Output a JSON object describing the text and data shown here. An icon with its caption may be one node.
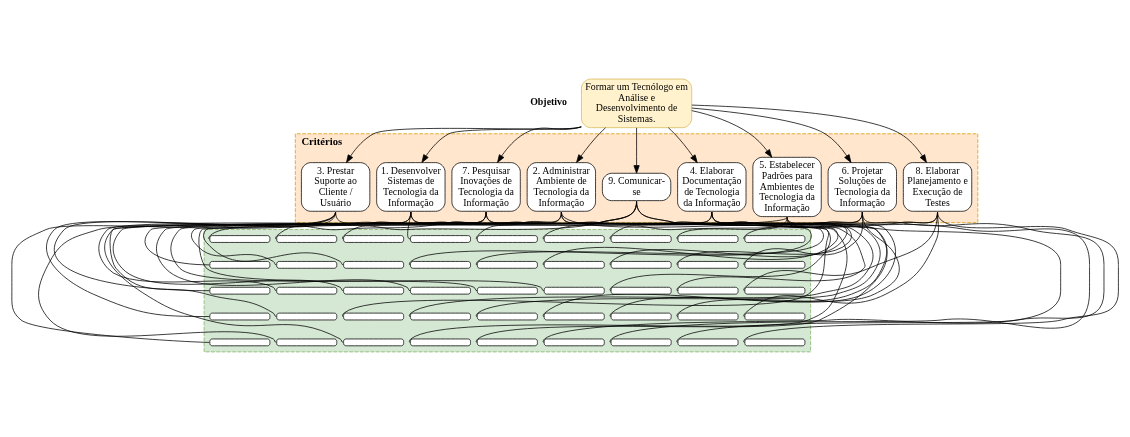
{
  "diagram": {
    "nodes": [
      {
        "text": [
          "Formar um Tecnólogo em Análise e Desenvolvimento de Sistemas."
        ],
        "beside": [
          "Objetivo"
        ]
      },
      {
        "text": [
          "Critérios"
        ]
      },
      {
        "text": [
          "1. Desenvolver Sistemas de Tecnologia da Informação"
        ],
        "in": 1
      },
      {
        "text": [
          "2. Administrar Ambiente de Tecnologia da Informação"
        ],
        "in": 1
      },
      {
        "text": [
          "3. Prestar Suporte ao Cliente / Usuário"
        ],
        "in": 1
      },
      {
        "text": [
          "4. Elaborar Documentação de Tecnologia da Informação"
        ],
        "in": 1
      },
      {
        "text": [
          "5. Estabelecer Padrões para Ambientes de Tecnologia da Informação"
        ],
        "in": 1
      },
      {
        "text": [
          "6. Projetar Soluções de Tecnologia da Informação"
        ],
        "in": 1
      },
      {
        "text": [
          "7. Pesquisar Inovações de Tecnologia da Informação"
        ],
        "in": 1
      },
      {
        "text": [
          "8. Elaborar Planejamento e Execução de Testes"
        ],
        "in": 1
      },
      {
        "text": [
          "9. Comunicar-se"
        ],
        "in": 1
      },
      {
        "text": [],
        "shape": "band"
      },
      {
        "text": [],
        "shape": "box",
        "in": 11
      },
      {
        "text": [],
        "shape": "box",
        "in": 11
      },
      {
        "text": [],
        "shape": "box",
        "in": 11
      },
      {
        "text": [],
        "shape": "box",
        "in": 11
      },
      {
        "text": [],
        "shape": "box",
        "in": 11
      },
      {
        "text": [],
        "shape": "box",
        "in": 11
      },
      {
        "text": [],
        "shape": "box",
        "in": 11
      },
      {
        "text": [],
        "shape": "box",
        "in": 11
      },
      {
        "text": [],
        "shape": "box",
        "in": 11
      },
      {
        "text": [],
        "shape": "box",
        "in": 11
      },
      {
        "text": [],
        "shape": "box",
        "in": 11
      },
      {
        "text": [],
        "shape": "box",
        "in": 11
      },
      {
        "text": [],
        "shape": "box",
        "in": 11
      },
      {
        "text": [],
        "shape": "box",
        "in": 11
      },
      {
        "text": [],
        "shape": "box",
        "in": 11
      },
      {
        "text": [],
        "shape": "box",
        "in": 11
      },
      {
        "text": [],
        "shape": "box",
        "in": 11
      },
      {
        "text": [],
        "shape": "box",
        "in": 11
      },
      {
        "text": [],
        "shape": "box",
        "in": 11
      },
      {
        "text": [],
        "shape": "box",
        "in": 11
      },
      {
        "text": [],
        "shape": "box",
        "in": 11
      },
      {
        "text": [],
        "shape": "box",
        "in": 11
      },
      {
        "text": [],
        "shape": "box",
        "in": 11
      },
      {
        "text": [],
        "shape": "box",
        "in": 11
      },
      {
        "text": [],
        "shape": "box",
        "in": 11
      },
      {
        "text": [],
        "shape": "box",
        "in": 11
      },
      {
        "text": [],
        "shape": "box",
        "in": 11
      },
      {
        "text": [],
        "shape": "box",
        "in": 11
      },
      {
        "text": [],
        "shape": "box",
        "in": 11
      },
      {
        "text": [],
        "shape": "box",
        "in": 11
      },
      {
        "text": [],
        "shape": "box",
        "in": 11
      },
      {
        "text": [],
        "shape": "box",
        "in": 11
      },
      {
        "text": [],
        "shape": "box",
        "in": 11
      },
      {
        "text": [],
        "shape": "box",
        "in": 11
      },
      {
        "text": [],
        "shape": "box",
        "in": 11
      },
      {
        "text": [],
        "shape": "box",
        "in": 11
      },
      {
        "text": [],
        "shape": "box",
        "in": 11
      },
      {
        "text": [],
        "shape": "box",
        "in": 11
      },
      {
        "text": [],
        "shape": "box",
        "in": 11
      },
      {
        "text": [],
        "shape": "box",
        "in": 11
      },
      {
        "text": [],
        "shape": "box",
        "in": 11
      },
      {
        "text": [],
        "shape": "box",
        "in": 11
      },
      {
        "text": [],
        "shape": "box",
        "in": 11
      },
      {
        "text": [],
        "shape": "box",
        "in": 11
      },
      {
        "text": [],
        "shape": "box",
        "in": 11
      }
    ],
    "edges": [
      {
        "from": 0,
        "to": 2,
        "arrow": "to"
      },
      {
        "from": 0,
        "to": 3,
        "arrow": "to"
      },
      {
        "from": 0,
        "to": 4,
        "arrow": "to"
      },
      {
        "from": 0,
        "to": 5,
        "arrow": "to"
      },
      {
        "from": 0,
        "to": 6,
        "arrow": "to"
      },
      {
        "from": 0,
        "to": 7,
        "arrow": "to"
      },
      {
        "from": 0,
        "to": 8,
        "arrow": "to"
      },
      {
        "from": 0,
        "to": 9,
        "arrow": "to"
      },
      {
        "from": 0,
        "to": 10,
        "arrow": "to"
      },
      {
        "from": 2,
        "to": 12,
        "arrow": "none"
      },
      {
        "from": 2,
        "to": 13,
        "arrow": "none"
      },
      {
        "from": 2,
        "to": 14,
        "arrow": "none"
      },
      {
        "from": 2,
        "to": 15,
        "arrow": "none"
      },
      {
        "from": 2,
        "to": 16,
        "arrow": "none"
      },
      {
        "from": 3,
        "to": 17,
        "arrow": "none"
      },
      {
        "from": 3,
        "to": 18,
        "arrow": "none"
      },
      {
        "from": 3,
        "to": 19,
        "arrow": "none"
      },
      {
        "from": 3,
        "to": 20,
        "arrow": "none"
      },
      {
        "from": 3,
        "to": 21,
        "arrow": "none"
      },
      {
        "from": 4,
        "to": 22,
        "arrow": "none"
      },
      {
        "from": 4,
        "to": 23,
        "arrow": "none"
      },
      {
        "from": 4,
        "to": 24,
        "arrow": "none"
      },
      {
        "from": 4,
        "to": 25,
        "arrow": "none"
      },
      {
        "from": 4,
        "to": 26,
        "arrow": "none"
      },
      {
        "from": 5,
        "to": 27,
        "arrow": "none"
      },
      {
        "from": 5,
        "to": 28,
        "arrow": "none"
      },
      {
        "from": 5,
        "to": 29,
        "arrow": "none"
      },
      {
        "from": 5,
        "to": 30,
        "arrow": "none"
      },
      {
        "from": 5,
        "to": 31,
        "arrow": "none"
      },
      {
        "from": 6,
        "to": 32,
        "arrow": "none"
      },
      {
        "from": 6,
        "to": 33,
        "arrow": "none"
      },
      {
        "from": 6,
        "to": 34,
        "arrow": "none"
      },
      {
        "from": 6,
        "to": 35,
        "arrow": "none"
      },
      {
        "from": 6,
        "to": 36,
        "arrow": "none"
      },
      {
        "from": 7,
        "to": 37,
        "arrow": "none"
      },
      {
        "from": 7,
        "to": 38,
        "arrow": "none"
      },
      {
        "from": 7,
        "to": 39,
        "arrow": "none"
      },
      {
        "from": 7,
        "to": 40,
        "arrow": "none"
      },
      {
        "from": 7,
        "to": 41,
        "arrow": "none"
      },
      {
        "from": 8,
        "to": 42,
        "arrow": "none"
      },
      {
        "from": 8,
        "to": 43,
        "arrow": "none"
      },
      {
        "from": 8,
        "to": 44,
        "arrow": "none"
      },
      {
        "from": 8,
        "to": 45,
        "arrow": "none"
      },
      {
        "from": 8,
        "to": 46,
        "arrow": "none"
      },
      {
        "from": 9,
        "to": 47,
        "arrow": "none"
      },
      {
        "from": 9,
        "to": 48,
        "arrow": "none"
      },
      {
        "from": 9,
        "to": 49,
        "arrow": "none"
      },
      {
        "from": 9,
        "to": 50,
        "arrow": "none"
      },
      {
        "from": 9,
        "to": 51,
        "arrow": "none"
      },
      {
        "from": 10,
        "to": 52,
        "arrow": "none"
      },
      {
        "from": 10,
        "to": 53,
        "arrow": "none"
      },
      {
        "from": 10,
        "to": 54,
        "arrow": "none"
      },
      {
        "from": 10,
        "to": 55,
        "arrow": "none"
      },
      {
        "from": 10,
        "to": 56,
        "arrow": "none"
      }
    ]
  }
}
